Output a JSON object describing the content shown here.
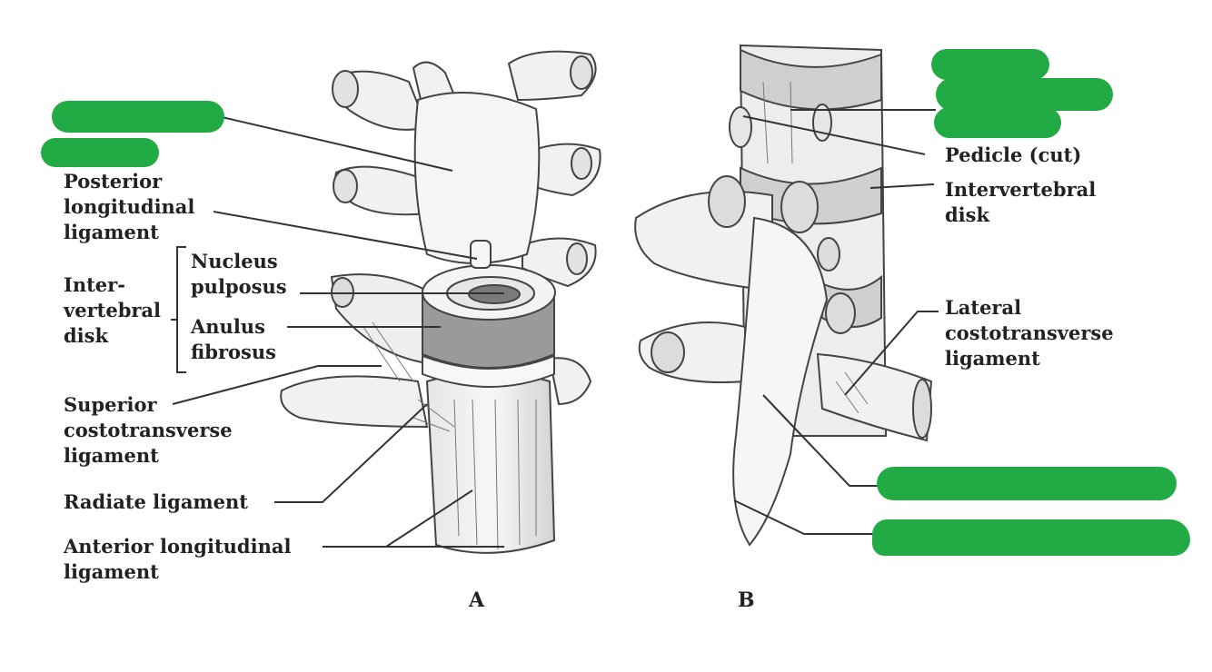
{
  "labels": {
    "posterior_longitudinal": [
      "Posterior",
      "longitudinal",
      "ligament"
    ],
    "intervertebral_disk_a": [
      "Inter-",
      "vertebral",
      "disk"
    ],
    "nucleus_pulposus": [
      "Nucleus",
      "pulposus"
    ],
    "anulus_fibrosus": [
      "Anulus",
      "fibrosus"
    ],
    "superior_costotransverse": [
      "Superior",
      "costotransverse",
      "ligament"
    ],
    "radiate": "Radiate ligament",
    "anterior_longitudinal": [
      "Anterior longitudinal",
      "ligament"
    ],
    "pedicle": "Pedicle (cut)",
    "intervertebral_disk_b": [
      "Intervertebral",
      "disk"
    ],
    "lateral_costotransverse": [
      "Lateral",
      "costotransverse",
      "ligament"
    ]
  },
  "panels": {
    "a": "A",
    "b": "B"
  },
  "mask_color": "#22ab44"
}
